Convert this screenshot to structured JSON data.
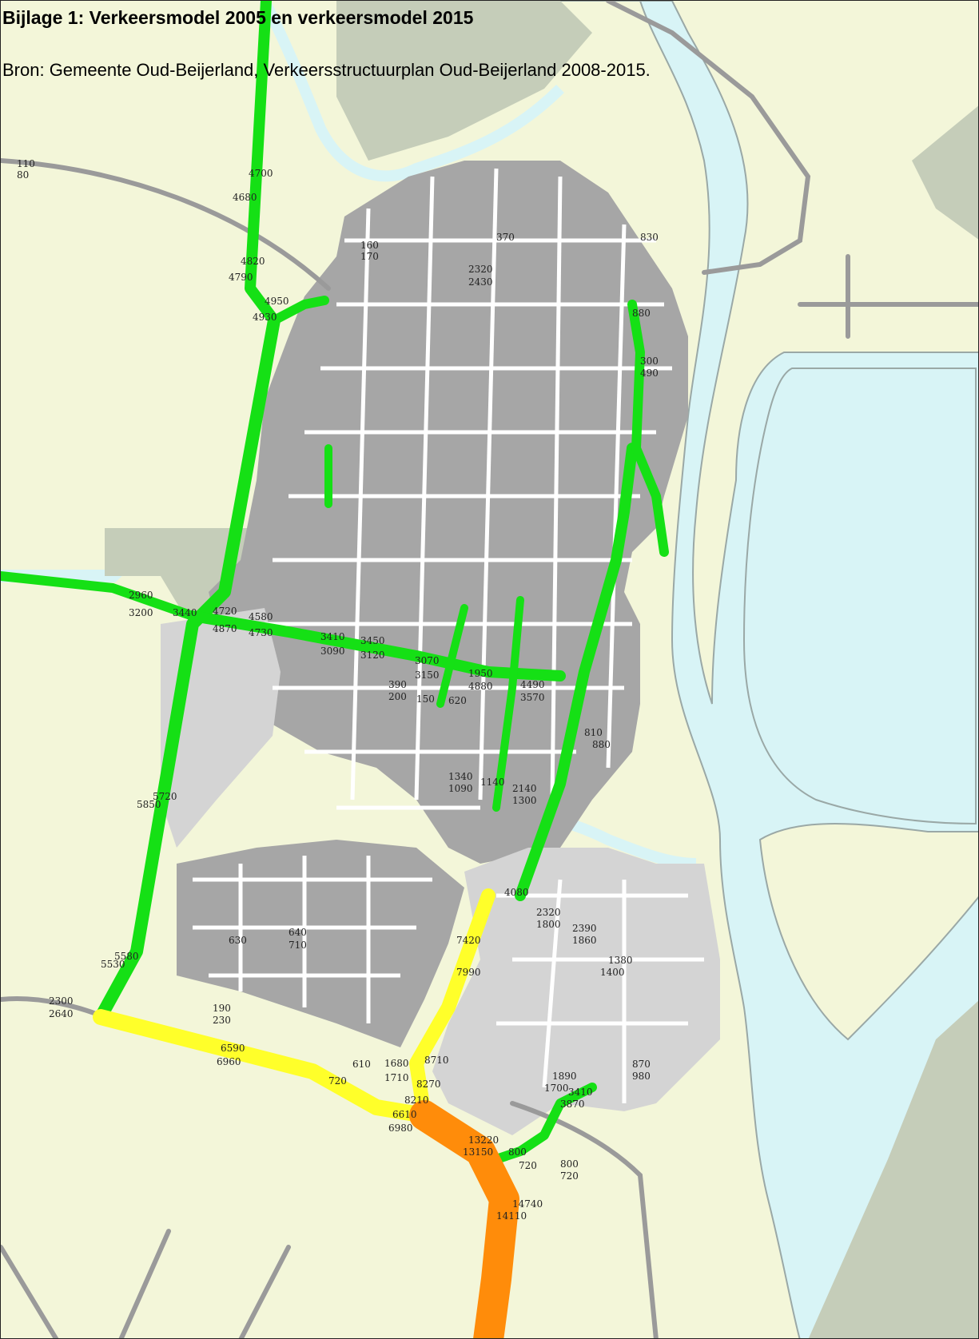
{
  "header": {
    "title": "Bijlage 1: Verkeersmodel 2005 en verkeersmodel 2015",
    "source": "Bron: Gemeente Oud-Beijerland, Verkeersstructuurplan Oud-Beijerland 2008-2015."
  },
  "map": {
    "colors": {
      "land": "#f3f6d9",
      "water": "#d8f4f6",
      "built_area": "#a6a6a6",
      "industrial_area": "#d4d4d4",
      "green_area": "#c5cdb9",
      "street": "#ffffff",
      "low_volume": "#15e015",
      "medium_volume": "#ffff2a",
      "high_volume": "#ff8c0a"
    },
    "road_segments": [
      {
        "id": "n-entry-north",
        "volume": "low"
      },
      {
        "id": "west-ring",
        "volume": "low"
      },
      {
        "id": "west-arm",
        "volume": "low"
      },
      {
        "id": "main-east-west",
        "volume": "low"
      },
      {
        "id": "central-link-1",
        "volume": "low"
      },
      {
        "id": "central-link-2",
        "volume": "low"
      },
      {
        "id": "east-corridor",
        "volume": "low"
      },
      {
        "id": "north-east-stub",
        "volume": "low"
      },
      {
        "id": "south-east-link",
        "volume": "low"
      },
      {
        "id": "south-arterial",
        "volume": "medium"
      },
      {
        "id": "center-south",
        "volume": "medium"
      },
      {
        "id": "bridge-approach",
        "volume": "high"
      }
    ],
    "labels": [
      "4700",
      "4680",
      "4820",
      "4790",
      "4950",
      "4930",
      "2960",
      "3200",
      "3440",
      "4720",
      "4870",
      "4580",
      "4730",
      "3410",
      "3450",
      "3090",
      "3120",
      "3070",
      "3150",
      "1950",
      "4880",
      "4490",
      "3570",
      "5720",
      "5850",
      "5530",
      "5580",
      "2300",
      "2640",
      "110",
      "80",
      "6590",
      "6960",
      "6610",
      "6980",
      "13220",
      "13150",
      "14740",
      "14110",
      "7420",
      "7990",
      "8710",
      "8270",
      "8210",
      "4080",
      "2320",
      "1800",
      "2390",
      "1860",
      "3410",
      "3870",
      "800",
      "720",
      "830",
      "880",
      "300",
      "490",
      "370",
      "160",
      "170",
      "2320",
      "2430",
      "1380",
      "1400",
      "870",
      "980",
      "1890",
      "1700",
      "720",
      "800",
      "810",
      "880",
      "390",
      "200",
      "150",
      "620",
      "1340",
      "1090",
      "1140",
      "2140",
      "1300",
      "640",
      "710",
      "630",
      "190",
      "230",
      "610",
      "720",
      "1710",
      "1680"
    ]
  }
}
